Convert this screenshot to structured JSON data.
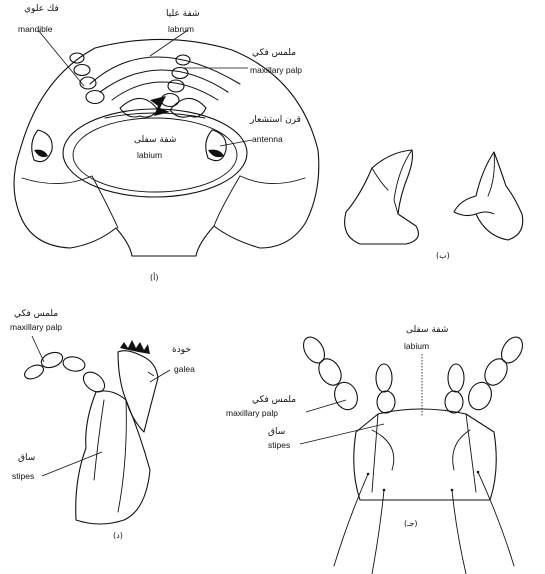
{
  "figure": {
    "panel_a": {
      "panel_label": "(أ)",
      "labels": {
        "mandible_ar": "فك علوي",
        "mandible_en": "mandible",
        "labrum_ar": "شفة عليا",
        "labrum_en": "labrum",
        "maxillary_palp_ar": "ملمس فكي",
        "maxillary_palp_en": "maxillary palp",
        "antenna_ar": "قرن استشعار",
        "antenna_en": "antenna",
        "labium_ar": "شفة سفلى",
        "labium_en": "labium"
      }
    },
    "panel_b": {
      "panel_label": "(ب)"
    },
    "panel_c": {
      "panel_label": "(جـ)",
      "labels": {
        "labium_ar": "شفة سفلى",
        "labium_en": "labium",
        "maxillary_palp_ar": "ملمس فكي",
        "maxillary_palp_en": "maxillary palp",
        "stipes_ar": "ساق",
        "stipes_en": "stipes"
      }
    },
    "panel_d": {
      "panel_label": "(د)",
      "labels": {
        "maxillary_palp_ar": "ملمس فكي",
        "maxillary_palp_en": "maxillary palp",
        "galea_ar": "خوذة",
        "galea_en": "galea",
        "stipes_ar": "ساق",
        "stipes_en": "stipes"
      }
    }
  }
}
